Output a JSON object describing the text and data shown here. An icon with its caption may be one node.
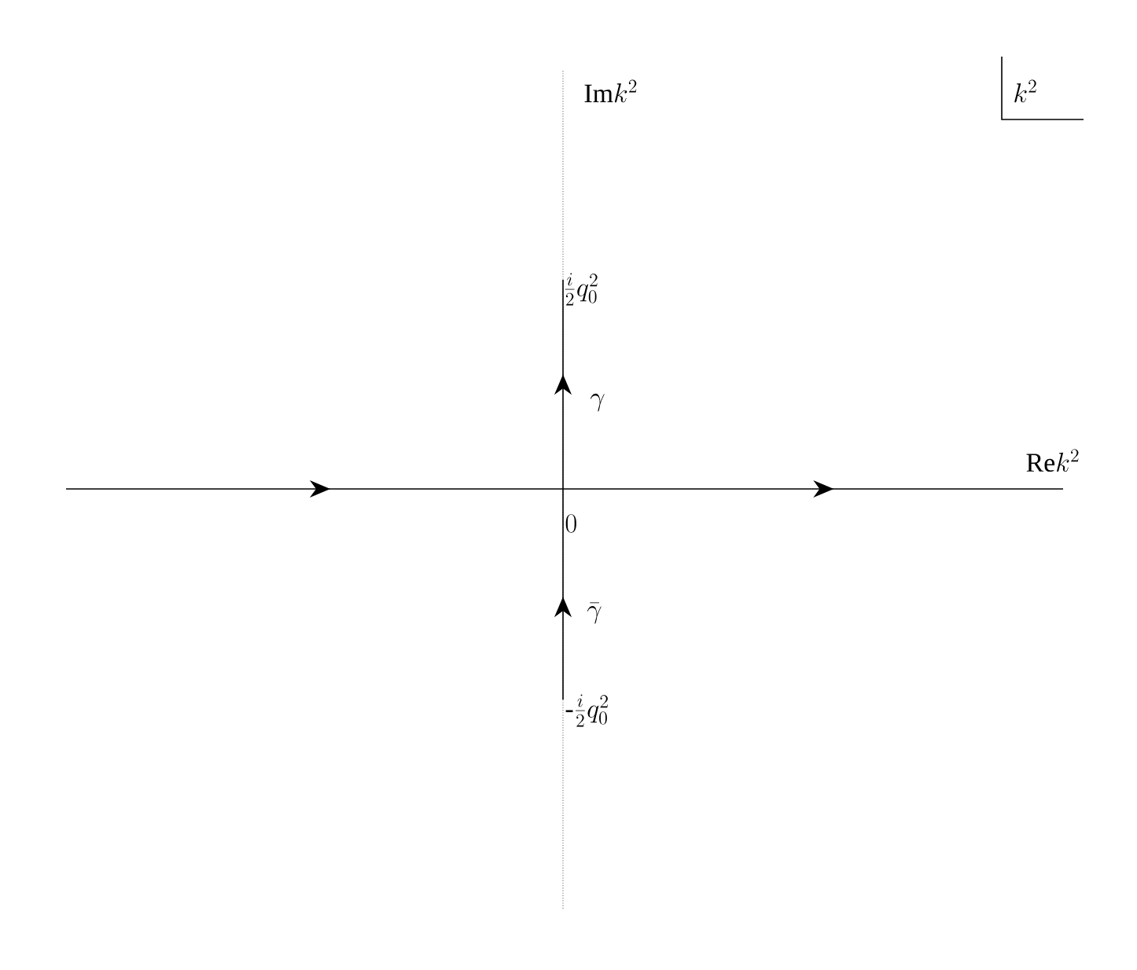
{
  "diagram": {
    "labels": [
      "\\mathrm{Im}k^2",
      "k^2",
      "\\frac{i}{2}q_0^2",
      "\\gamma",
      "\\mathrm{Re}k^2",
      "0",
      "\\bar{\\gamma}",
      "\\mbox{-}\\frac{i}{2}q_0^2"
    ]
  }
}
